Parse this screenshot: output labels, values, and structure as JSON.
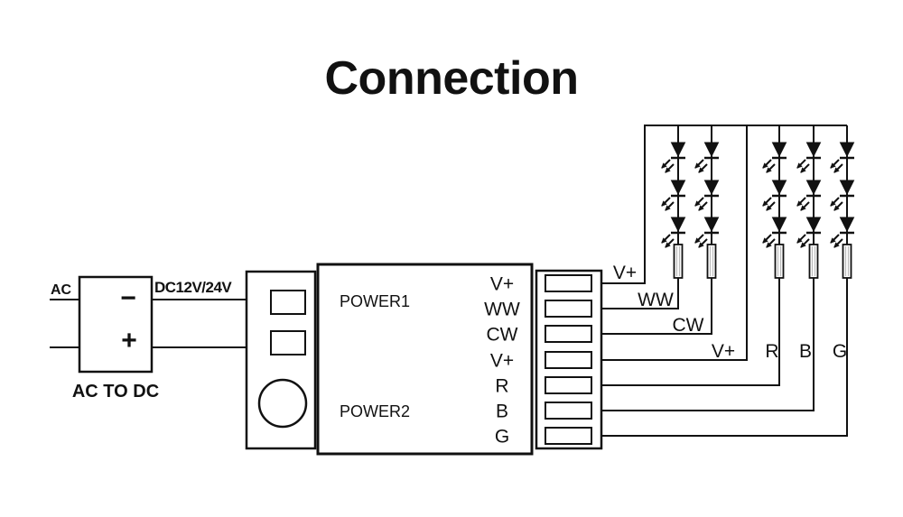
{
  "title": "Connection",
  "left": {
    "ac_label": "AC",
    "dc_label": "DC12V/24V",
    "minus": "−",
    "plus": "+",
    "converter_caption": "AC TO DC"
  },
  "controller": {
    "power1": "POWER1",
    "power2": "POWER2",
    "terminals": [
      "V+",
      "WW",
      "CW",
      "V+",
      "R",
      "B",
      "G"
    ]
  },
  "wire_labels": [
    "V+",
    "WW",
    "CW",
    "V+",
    "R",
    "B",
    "G"
  ],
  "led_array": {
    "columns": 5,
    "leds_per_column": 3,
    "resistors": 5,
    "column_channels": [
      "WW",
      "CW",
      "R",
      "B",
      "G"
    ]
  },
  "colors": {
    "line": "#111111",
    "background": "#ffffff"
  }
}
